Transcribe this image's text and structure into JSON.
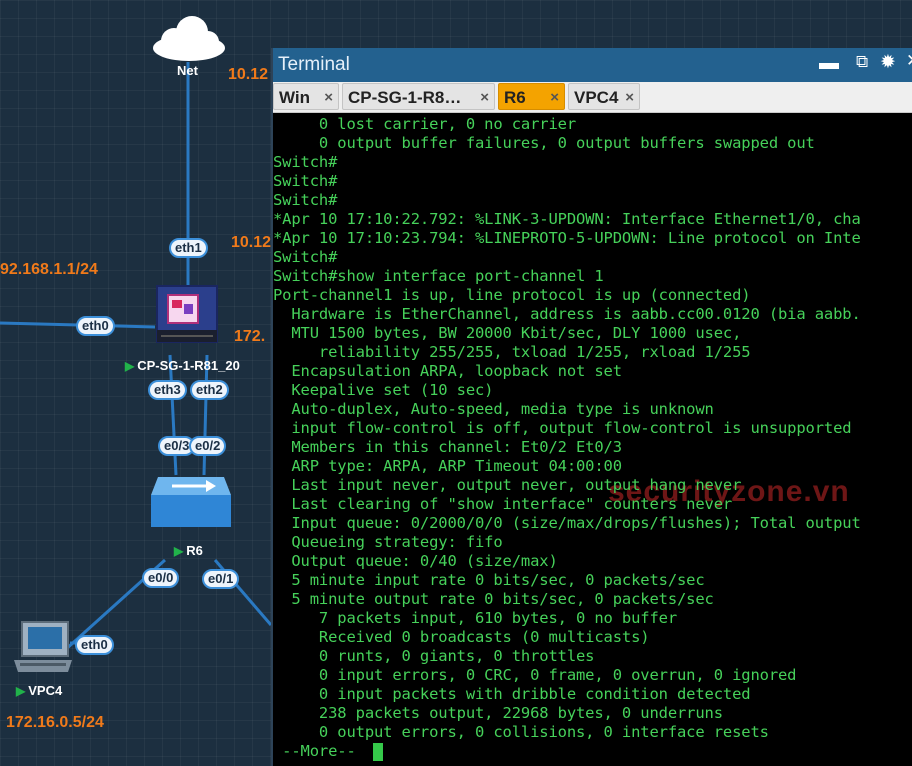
{
  "topology": {
    "ip_labels": [
      "10.12",
      "92.168.1.1/24",
      "10.12",
      "172.",
      "172.16.0.5/24"
    ],
    "nodes": {
      "net": {
        "label": "Net",
        "icon": "cloud-icon"
      },
      "firewall": {
        "label": "CP-SG-1-R81_20",
        "icon": "firewall-icon"
      },
      "switch": {
        "label": "R6",
        "icon": "switch-icon"
      },
      "vpc": {
        "label": "VPC4",
        "icon": "computer-icon"
      }
    },
    "interfaces": {
      "net_eth1": "eth1",
      "left_eth0": "eth0",
      "fw_eth3": "eth3",
      "fw_eth2": "eth2",
      "sw_e03": "e0/3",
      "sw_e02": "e0/2",
      "sw_e00": "e0/0",
      "sw_e01": "e0/1",
      "vpc_eth0": "eth0"
    },
    "colors": {
      "link": "#2a79c2",
      "ip_label": "#f07a1a",
      "running": "#21b24a"
    }
  },
  "terminal": {
    "title": "Terminal",
    "tabs": [
      {
        "label": "Win",
        "active": false
      },
      {
        "label": "CP-SG-1-R8…",
        "active": false
      },
      {
        "label": "R6",
        "active": true
      },
      {
        "label": "VPC4",
        "active": false
      }
    ],
    "tab_close": "×",
    "lines": [
      "     0 lost carrier, 0 no carrier",
      "     0 output buffer failures, 0 output buffers swapped out",
      "Switch#",
      "Switch#",
      "Switch#",
      "*Apr 10 17:10:22.792: %LINK-3-UPDOWN: Interface Ethernet1/0, cha",
      "*Apr 10 17:10:23.794: %LINEPROTO-5-UPDOWN: Line protocol on Inte",
      "Switch#",
      "Switch#show interface port-channel 1",
      "Port-channel1 is up, line protocol is up (connected)",
      "  Hardware is EtherChannel, address is aabb.cc00.0120 (bia aabb.",
      "  MTU 1500 bytes, BW 20000 Kbit/sec, DLY 1000 usec,",
      "     reliability 255/255, txload 1/255, rxload 1/255",
      "  Encapsulation ARPA, loopback not set",
      "  Keepalive set (10 sec)",
      "  Auto-duplex, Auto-speed, media type is unknown",
      "  input flow-control is off, output flow-control is unsupported",
      "  Members in this channel: Et0/2 Et0/3",
      "  ARP type: ARPA, ARP Timeout 04:00:00",
      "  Last input never, output never, output hang never",
      "  Last clearing of \"show interface\" counters never",
      "  Input queue: 0/2000/0/0 (size/max/drops/flushes); Total output",
      "  Queueing strategy: fifo",
      "  Output queue: 0/40 (size/max)",
      "  5 minute input rate 0 bits/sec, 0 packets/sec",
      "  5 minute output rate 0 bits/sec, 0 packets/sec",
      "     7 packets input, 610 bytes, 0 no buffer",
      "     Received 0 broadcasts (0 multicasts)",
      "     0 runts, 0 giants, 0 throttles",
      "     0 input errors, 0 CRC, 0 frame, 0 overrun, 0 ignored",
      "     0 input packets with dribble condition detected",
      "     238 packets output, 22968 bytes, 0 underruns",
      "     0 output errors, 0 collisions, 0 interface resets",
      " --More-- "
    ],
    "watermark": "securityzone.vn",
    "colors": {
      "text": "#46d15a",
      "background": "#000000",
      "titlebar": "#23618f",
      "active_tab": "#f4a300"
    }
  }
}
